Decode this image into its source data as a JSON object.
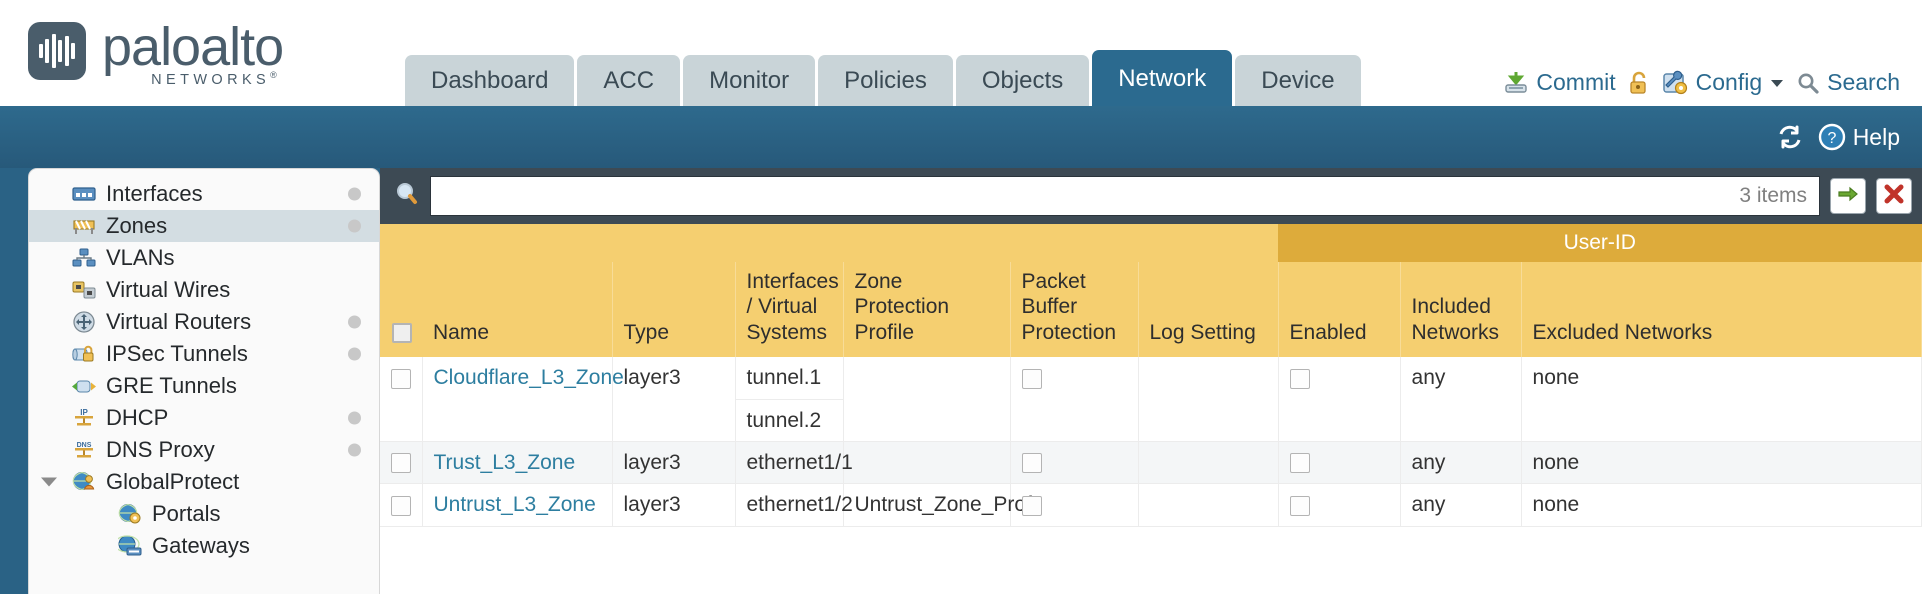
{
  "brand": {
    "name": "paloalto",
    "tagline": "NETWORKS",
    "trademark": "®"
  },
  "nav": {
    "tabs": [
      {
        "label": "Dashboard",
        "active": false
      },
      {
        "label": "ACC",
        "active": false
      },
      {
        "label": "Monitor",
        "active": false
      },
      {
        "label": "Policies",
        "active": false
      },
      {
        "label": "Objects",
        "active": false
      },
      {
        "label": "Network",
        "active": true
      },
      {
        "label": "Device",
        "active": false
      }
    ],
    "actions": [
      {
        "label": "Commit",
        "icon": "commit-icon"
      },
      {
        "label": "",
        "icon": "lock-icon"
      },
      {
        "label": "Config",
        "icon": "config-icon",
        "caret": true
      },
      {
        "label": "Search",
        "icon": "search-icon"
      }
    ]
  },
  "subbar": {
    "refresh_label": "",
    "help_label": "Help"
  },
  "sidebar": {
    "items": [
      {
        "label": "Interfaces",
        "icon": "interfaces-icon",
        "selected": false,
        "dot": true,
        "child": false,
        "caret": false
      },
      {
        "label": "Zones",
        "icon": "zones-icon",
        "selected": true,
        "dot": true,
        "child": false,
        "caret": false
      },
      {
        "label": "VLANs",
        "icon": "vlans-icon",
        "selected": false,
        "dot": false,
        "child": false,
        "caret": false
      },
      {
        "label": "Virtual Wires",
        "icon": "virtual-wires-icon",
        "selected": false,
        "dot": false,
        "child": false,
        "caret": false
      },
      {
        "label": "Virtual Routers",
        "icon": "virtual-routers-icon",
        "selected": false,
        "dot": true,
        "child": false,
        "caret": false
      },
      {
        "label": "IPSec Tunnels",
        "icon": "ipsec-tunnels-icon",
        "selected": false,
        "dot": true,
        "child": false,
        "caret": false
      },
      {
        "label": "GRE Tunnels",
        "icon": "gre-tunnels-icon",
        "selected": false,
        "dot": false,
        "child": false,
        "caret": false
      },
      {
        "label": "DHCP",
        "icon": "dhcp-icon",
        "selected": false,
        "dot": true,
        "child": false,
        "caret": false
      },
      {
        "label": "DNS Proxy",
        "icon": "dns-proxy-icon",
        "selected": false,
        "dot": true,
        "child": false,
        "caret": false
      },
      {
        "label": "GlobalProtect",
        "icon": "globalprotect-icon",
        "selected": false,
        "dot": false,
        "child": false,
        "caret": true
      },
      {
        "label": "Portals",
        "icon": "portals-icon",
        "selected": false,
        "dot": false,
        "child": true,
        "caret": false
      },
      {
        "label": "Gateways",
        "icon": "gateways-icon",
        "selected": false,
        "dot": false,
        "child": true,
        "caret": false
      }
    ]
  },
  "search": {
    "value": "",
    "placeholder": "",
    "item_count": "3 items",
    "apply_icon": "green-arrow-icon",
    "clear_icon": "red-x-icon"
  },
  "table": {
    "group_header": {
      "label": "User-ID",
      "spans": 3
    },
    "columns": [
      "Name",
      "Type",
      "Interfaces / Virtual Systems",
      "Zone Protection Profile",
      "Packet Buffer Protection",
      "Log Setting",
      "Enabled",
      "Included Networks",
      "Excluded Networks"
    ],
    "rows": [
      {
        "selected": false,
        "alt": false,
        "name": "Cloudflare_L3_Zone",
        "type": "layer3",
        "interfaces": [
          "tunnel.1",
          "tunnel.2"
        ],
        "zone_protection_profile": "",
        "packet_buffer_protection": false,
        "log_setting": "",
        "userid_enabled": false,
        "included_networks": "any",
        "excluded_networks": "none"
      },
      {
        "selected": false,
        "alt": true,
        "name": "Trust_L3_Zone",
        "type": "layer3",
        "interfaces": [
          "ethernet1/1"
        ],
        "zone_protection_profile": "",
        "packet_buffer_protection": false,
        "log_setting": "",
        "userid_enabled": false,
        "included_networks": "any",
        "excluded_networks": "none"
      },
      {
        "selected": false,
        "alt": false,
        "name": "Untrust_L3_Zone",
        "type": "layer3",
        "interfaces": [
          "ethernet1/2"
        ],
        "zone_protection_profile": "Untrust_Zone_Prof",
        "packet_buffer_protection": false,
        "log_setting": "",
        "userid_enabled": false,
        "included_networks": "any",
        "excluded_networks": "none"
      }
    ]
  },
  "colors": {
    "brand_slate": "#4a5d6b",
    "tab_active": "#2b6a8f",
    "tab_inactive": "#c9d4d8",
    "band_blue": "#2a6285",
    "panel_dark": "#3d4a54",
    "header_amber": "#f5cf70",
    "group_amber": "#ddab3b",
    "link_blue": "#2d7ea0"
  }
}
